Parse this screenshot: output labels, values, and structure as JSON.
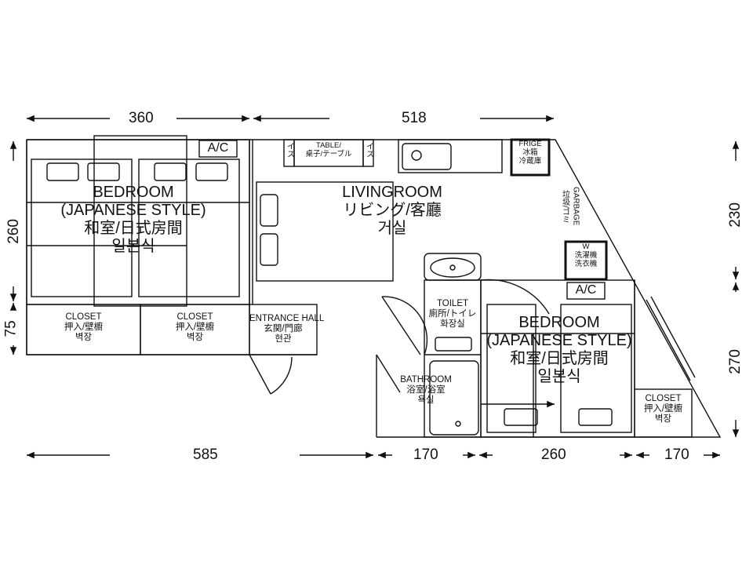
{
  "dimensions": {
    "top_left": "360",
    "top_right": "518",
    "bottom_left": "585",
    "bottom_bath": "170",
    "bottom_bed": "260",
    "bottom_closet": "170",
    "left_upper": "260",
    "left_lower": "75",
    "right_upper": "230",
    "right_lower": "270"
  },
  "rooms": {
    "bedroom1": {
      "l1": "BEDROOM",
      "l2": "(JAPANESE STYLE)",
      "l3": "和室/日式房間",
      "l4": "일본식"
    },
    "living": {
      "l1": "LIVINGROOM",
      "l2": "リビング/客廳",
      "l3": "거실"
    },
    "bedroom2": {
      "l1": "BEDROOM",
      "l2": "(JAPANESE STYLE)",
      "l3": "和室/日式房間",
      "l4": "일본식"
    },
    "closet1": {
      "l1": "CLOSET",
      "l2": "押入/壁櫥",
      "l3": "벽장"
    },
    "closet2": {
      "l1": "CLOSET",
      "l2": "押入/壁櫥",
      "l3": "벽장"
    },
    "closet3": {
      "l1": "CLOSET",
      "l2": "押入/壁櫥",
      "l3": "벽장"
    },
    "entrance": {
      "l1": "ENTRANCE HALL",
      "l2": "玄関/門廊",
      "l3": "현관"
    },
    "toilet": {
      "l1": "TOILET",
      "l2": "廁所/トイレ",
      "l3": "화장실"
    },
    "bathroom": {
      "l1": "BATHROOM",
      "l2": "浴室/浴室",
      "l3": "욕실"
    }
  },
  "fixtures": {
    "ac1": "A/C",
    "ac2": "A/C",
    "table_l1": "TABLE/",
    "table_l2": "桌子/テーブル",
    "chair1": "イス",
    "chair2": "イス",
    "frige_l1": "FRIGE",
    "frige_l2": "冰箱",
    "frige_l3": "冷蔵庫",
    "garbage_l1": "GARBAGE",
    "garbage_l2": "垃圾/ゴミ",
    "washer_l1": "W",
    "washer_l2": "洗濯機",
    "washer_l3": "洗衣機"
  }
}
